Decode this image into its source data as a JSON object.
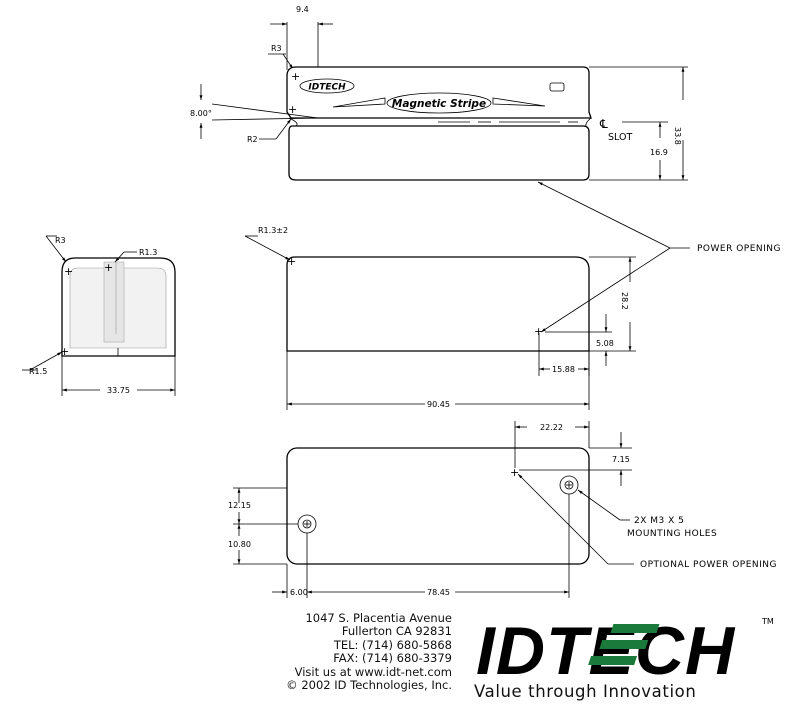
{
  "top_view": {
    "dim_width": "9.4",
    "radius_top": "R3",
    "radius_slot": "R2",
    "angle": "8.00°",
    "label_logo": "IDTECH",
    "label_stripe": "Magnetic Stripe",
    "slot_label": "SLOT",
    "centerline_symbol": "℄",
    "dim_height": "33.8",
    "dim_half": "16.9"
  },
  "end_view": {
    "radius_top": "R3",
    "radius_slot": "R1.3",
    "radius_bottom": "R1.5",
    "dim_width": "33.75"
  },
  "side_view": {
    "radius": "R1.3±2",
    "dim_height": "28.2",
    "dim_opening_v": "5.08",
    "dim_opening_h": "15.88",
    "dim_length": "90.45"
  },
  "bottom_view": {
    "dim_top": "22.22",
    "dim_top_v": "7.15",
    "dim_left_upper": "12.15",
    "dim_left_lower": "10.80",
    "dim_left_edge": "6.00",
    "dim_hole_span": "78.45"
  },
  "callouts": {
    "power_opening": "POWER OPENING",
    "mounting_holes_line1": "2X M3 X 5",
    "mounting_holes_line2": "MOUNTING HOLES",
    "optional_power": "OPTIONAL POWER OPENING"
  },
  "company": {
    "address_line1": "1047 S. Placentia Avenue",
    "address_line2": "Fullerton   CA  92831",
    "tel": "TEL: (714) 680-5868",
    "fax": "FAX: (714) 680-3379",
    "web": "Visit us at www.idt-net.com",
    "copyright": "© 2002 ID Technologies, Inc.",
    "logo": "IDTECH",
    "trademark": "TM",
    "tagline": "Value through Innovation",
    "logo_accent": "#1a7a3c"
  }
}
